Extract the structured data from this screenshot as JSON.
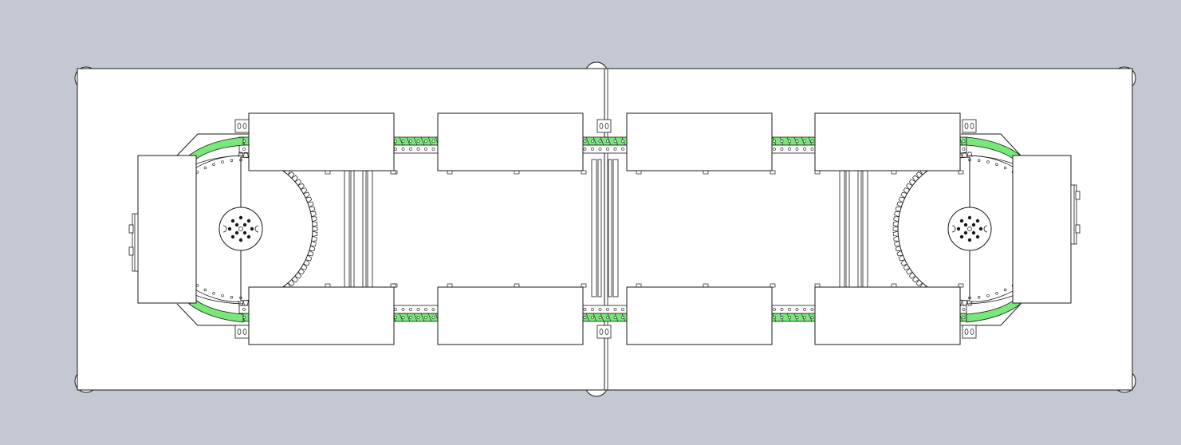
{
  "colors": {
    "viewport_background": "#c4c8d3",
    "part_fill": "#ffffff",
    "line": "#1a1a1a",
    "chain_highlight": "#78e878"
  },
  "drawing": {
    "view": "top view",
    "components": [
      "base-plate-left",
      "base-plate-right",
      "corner-feet",
      "sprocket-wheel-left",
      "sprocket-wheel-right",
      "hub-left",
      "hub-right",
      "chain-track-top",
      "chain-track-bottom",
      "pallet-carriers",
      "end-covers",
      "cross-rails"
    ],
    "pallet_count": 8
  }
}
